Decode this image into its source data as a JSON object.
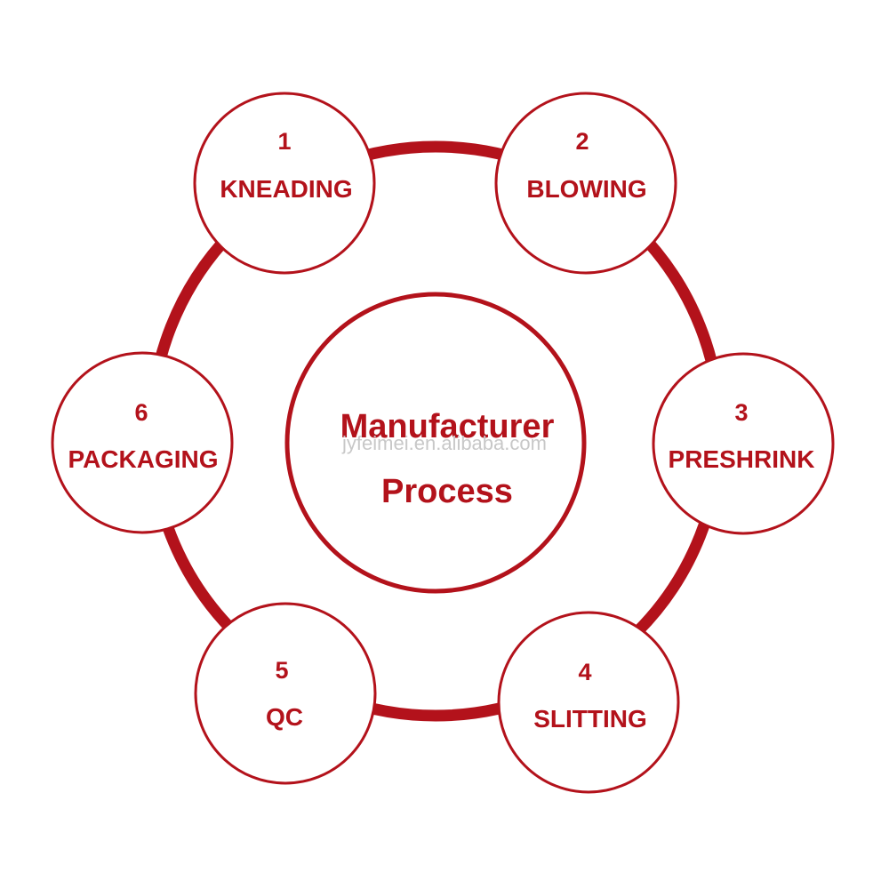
{
  "colors": {
    "accent": "#b3121b",
    "background": "#ffffff",
    "watermark": "#c8c8c8"
  },
  "center": {
    "line1": "Manufacturer",
    "line2": "Process"
  },
  "watermark": "jyfeimei.en.alibaba.com",
  "steps": [
    {
      "number": "1",
      "label": "KNEADING"
    },
    {
      "number": "2",
      "label": "BLOWING"
    },
    {
      "number": "3",
      "label": "PRESHRINK"
    },
    {
      "number": "4",
      "label": "SLITTING"
    },
    {
      "number": "5",
      "label": "QC"
    },
    {
      "number": "6",
      "label": "PACKAGING"
    }
  ]
}
